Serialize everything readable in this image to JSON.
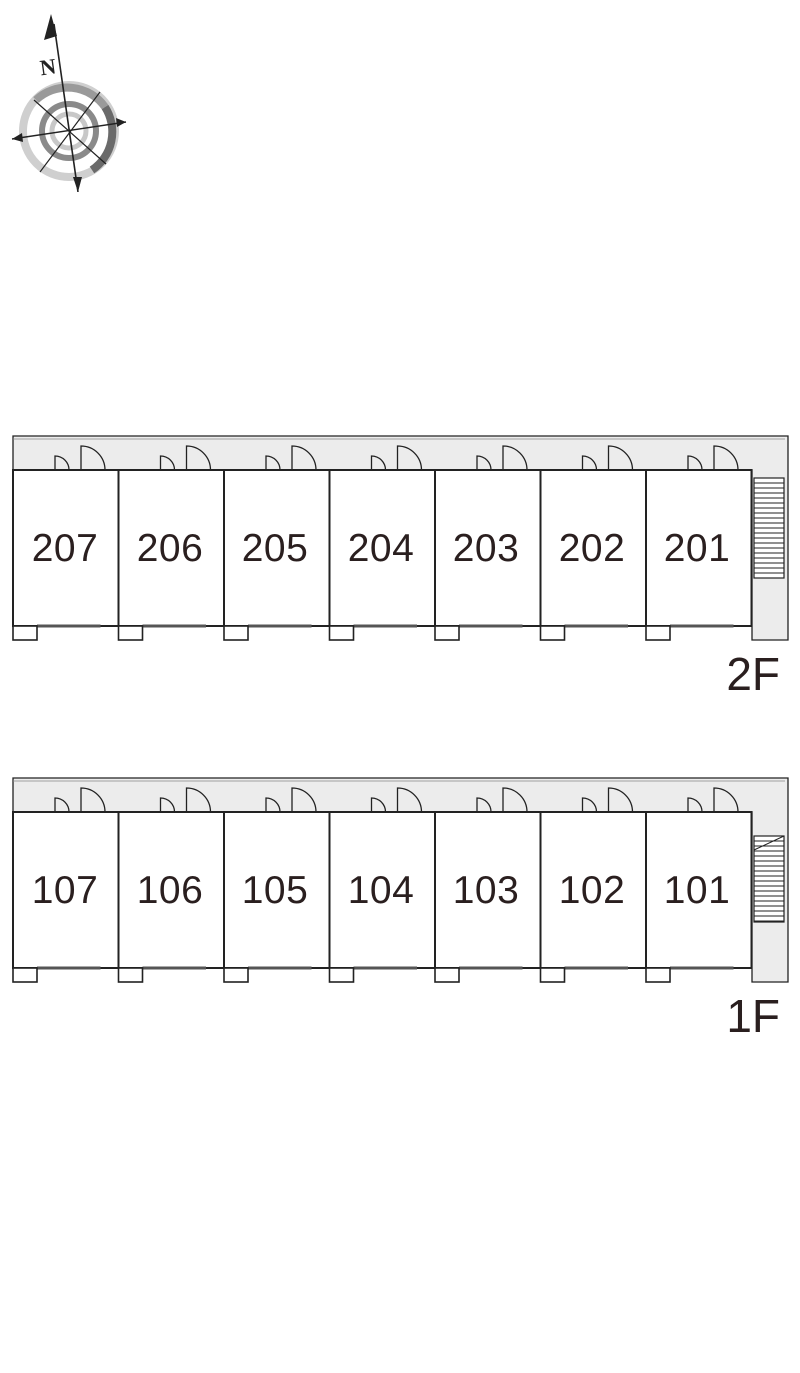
{
  "compass": {
    "north_label": "N"
  },
  "floors": [
    {
      "label": "2F",
      "units": [
        "207",
        "206",
        "205",
        "204",
        "203",
        "202",
        "201"
      ]
    },
    {
      "label": "1F",
      "units": [
        "107",
        "106",
        "105",
        "104",
        "103",
        "102",
        "101"
      ]
    }
  ]
}
